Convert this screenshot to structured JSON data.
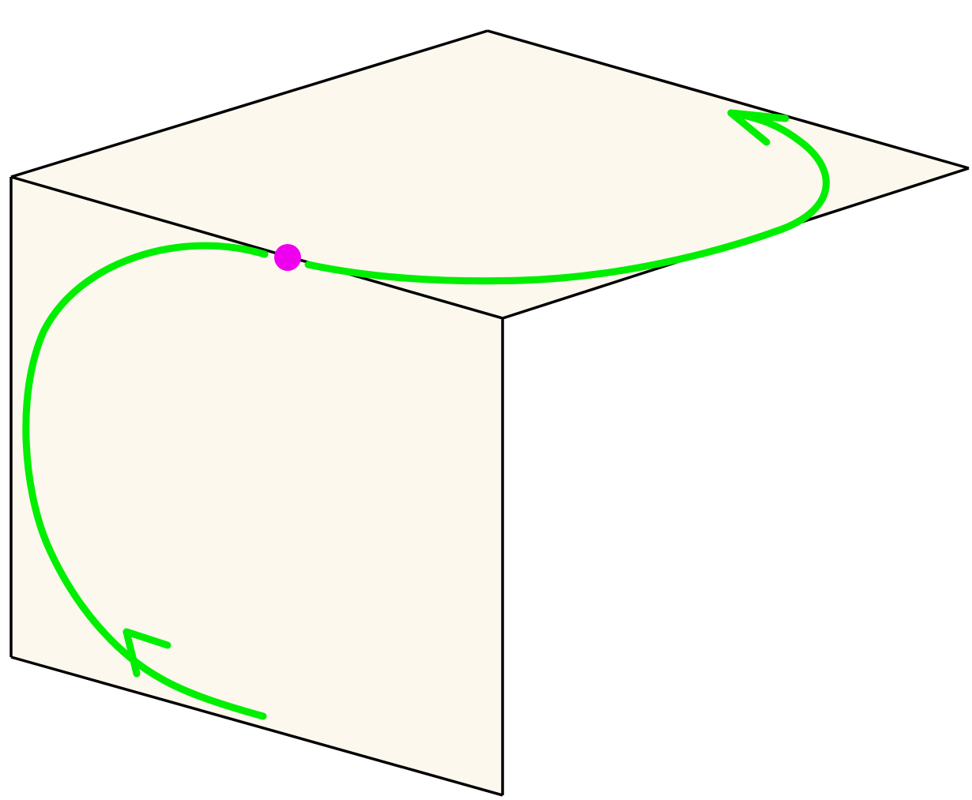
{
  "diagram": {
    "colors": {
      "background": "#ffffff",
      "face_fill": "#fcf8ee",
      "edge": "#000000",
      "path": "#00ee00",
      "point": "#ee00ee"
    },
    "faces": [
      {
        "name": "top-face"
      },
      {
        "name": "front-face"
      }
    ],
    "paths": [
      {
        "name": "path-on-front-face",
        "arrow_direction": "upward-left"
      },
      {
        "name": "path-on-top-face",
        "arrow_direction": "upward-left"
      }
    ],
    "marked_point": {
      "name": "point-on-shared-edge"
    }
  }
}
